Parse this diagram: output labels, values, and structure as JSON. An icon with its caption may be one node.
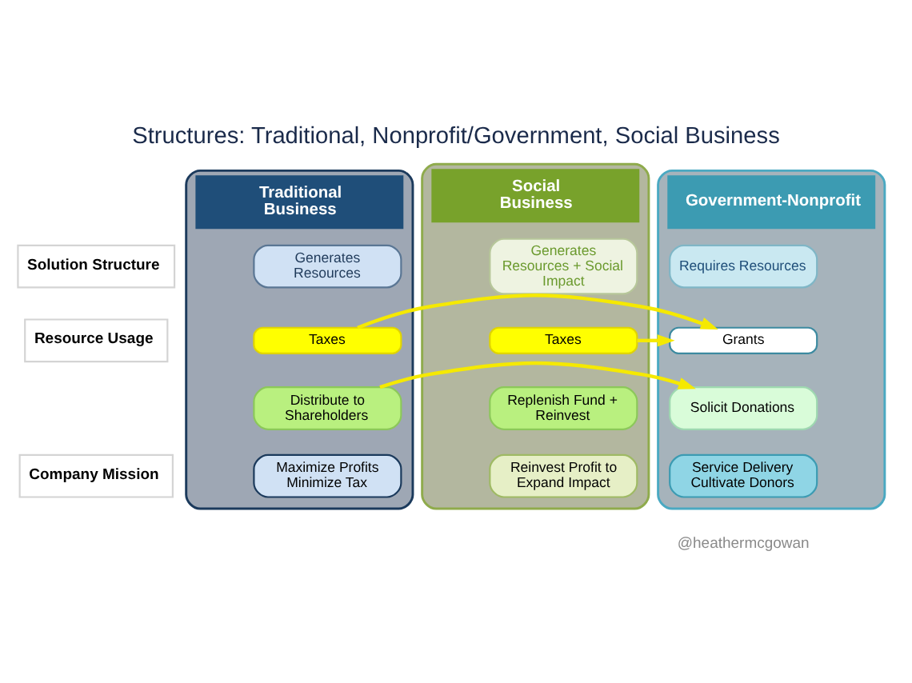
{
  "diagram": {
    "title": "Structures: Traditional, Nonprofit/Government, Social Business",
    "nodes": [
      {
        "text": [
          "Traditional Business"
        ]
      },
      {
        "text": [
          "Social Business"
        ]
      },
      {
        "text": [
          "Government-Nonprofit"
        ]
      },
      {
        "text": [
          "Solution Structure"
        ]
      },
      {
        "text": [
          "Generates Resources"
        ],
        "in": 0
      },
      {
        "text": [
          "Generates Resources + Social Impact"
        ],
        "in": 1
      },
      {
        "text": [
          "Requires Resources"
        ],
        "in": 2
      },
      {
        "text": [
          "Resource Usage"
        ]
      },
      {
        "text": [
          "Taxes"
        ],
        "in": 0
      },
      {
        "text": [
          "Taxes"
        ],
        "in": 1
      },
      {
        "text": [
          "Grants"
        ],
        "in": 2
      },
      {
        "text": [
          "Distribute to Shareholders"
        ],
        "in": 0
      },
      {
        "text": [
          "Replenish Fund + Reinvest"
        ],
        "in": 1
      },
      {
        "text": [
          "Solicit Donations"
        ],
        "in": 2
      },
      {
        "text": [
          "Company Mission"
        ]
      },
      {
        "text": [
          "Maximize Profits Minimize Tax"
        ],
        "in": 0
      },
      {
        "text": [
          "Reinvest Profit to Expand Impact"
        ],
        "in": 1
      },
      {
        "text": [
          "Service Delivery Cultivate Donors"
        ],
        "in": 2
      }
    ],
    "edges": [
      {
        "from": 8,
        "to": 10,
        "arrow": "to"
      },
      {
        "from": 9,
        "to": 10,
        "arrow": "to"
      },
      {
        "from": 11,
        "to": 13,
        "arrow": "to"
      }
    ],
    "labels": [
      "@heathermcgowan"
    ]
  }
}
